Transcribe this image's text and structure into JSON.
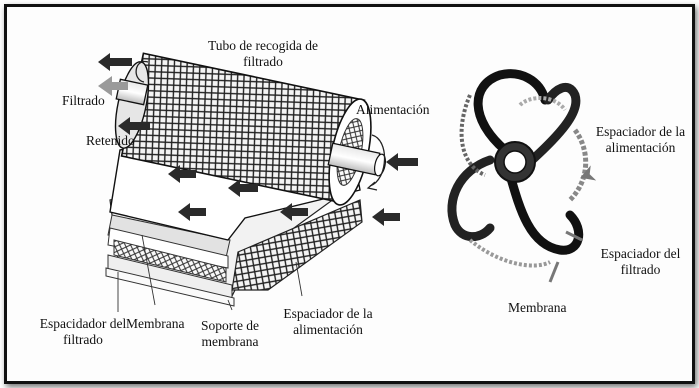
{
  "labels": {
    "tubo_line1": "Tubo de recogida de",
    "tubo_line2": "filtrado",
    "filtrado": "Filtrado",
    "retenido": "Retenido",
    "alimentacion": "Alimentación",
    "esp_alim_right_line1": "Espaciador de la",
    "esp_alim_right_line2": "alimentación",
    "esp_filt_right_line1": "Espaciador del",
    "esp_filt_right_line2": "filtrado",
    "membrana_right": "Membrana",
    "esp_filt_left_line1": "Espacidador del",
    "esp_filt_left_line2": "filtrado",
    "membrana_left": "Membrana",
    "soporte_line1": "Soporte de",
    "soporte_line2": "membrana",
    "esp_alim_bottom_line1": "Espaciador de la",
    "esp_alim_bottom_line2": "alimentación"
  },
  "colors": {
    "frame": "#111111",
    "arrow": "#2a2a2a",
    "arrow_light": "#9a9a9a",
    "mesh": "#222222"
  }
}
